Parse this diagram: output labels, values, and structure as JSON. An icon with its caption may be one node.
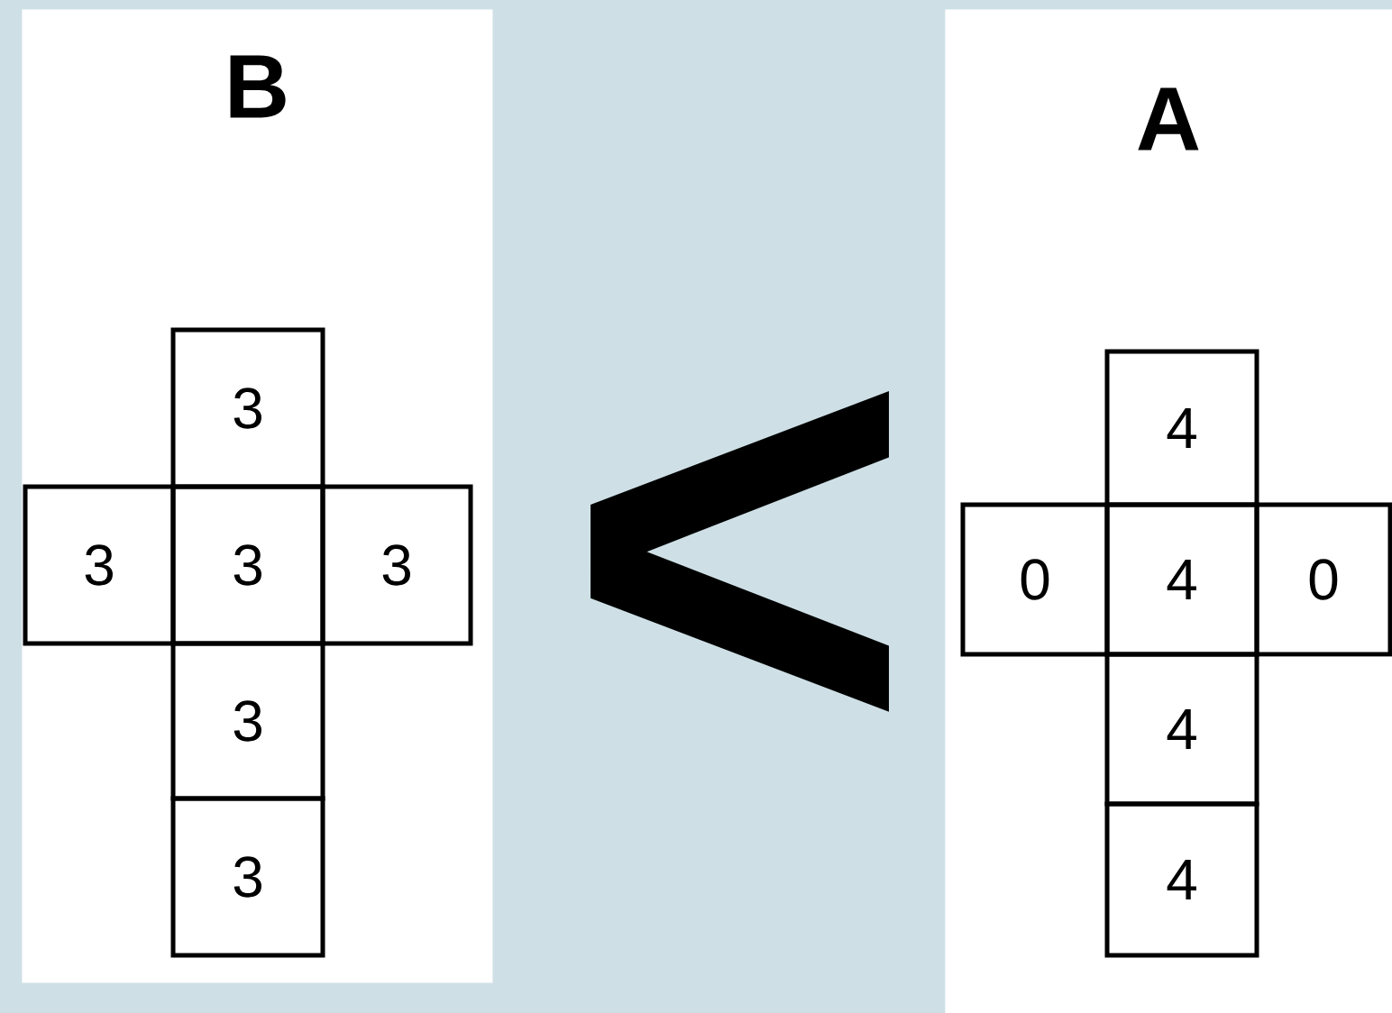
{
  "diagram": {
    "nodes": [
      {
        "text": [
          "B"
        ]
      },
      {
        "text": [
          "3"
        ],
        "in": 0
      },
      {
        "text": [
          "3"
        ],
        "in": 0
      },
      {
        "text": [
          "3"
        ],
        "in": 0
      },
      {
        "text": [
          "3"
        ],
        "in": 0
      },
      {
        "text": [
          "3"
        ],
        "in": 0
      },
      {
        "text": [
          "3"
        ],
        "in": 0
      },
      {
        "text": [
          "A"
        ]
      },
      {
        "text": [
          "4"
        ],
        "in": 7
      },
      {
        "text": [
          "0"
        ],
        "in": 7
      },
      {
        "text": [
          "4"
        ],
        "in": 7
      },
      {
        "text": [
          "0"
        ],
        "in": 7
      },
      {
        "text": [
          "4"
        ],
        "in": 7
      },
      {
        "text": [
          "4"
        ],
        "in": 7
      }
    ],
    "labels": [
      "<"
    ]
  }
}
